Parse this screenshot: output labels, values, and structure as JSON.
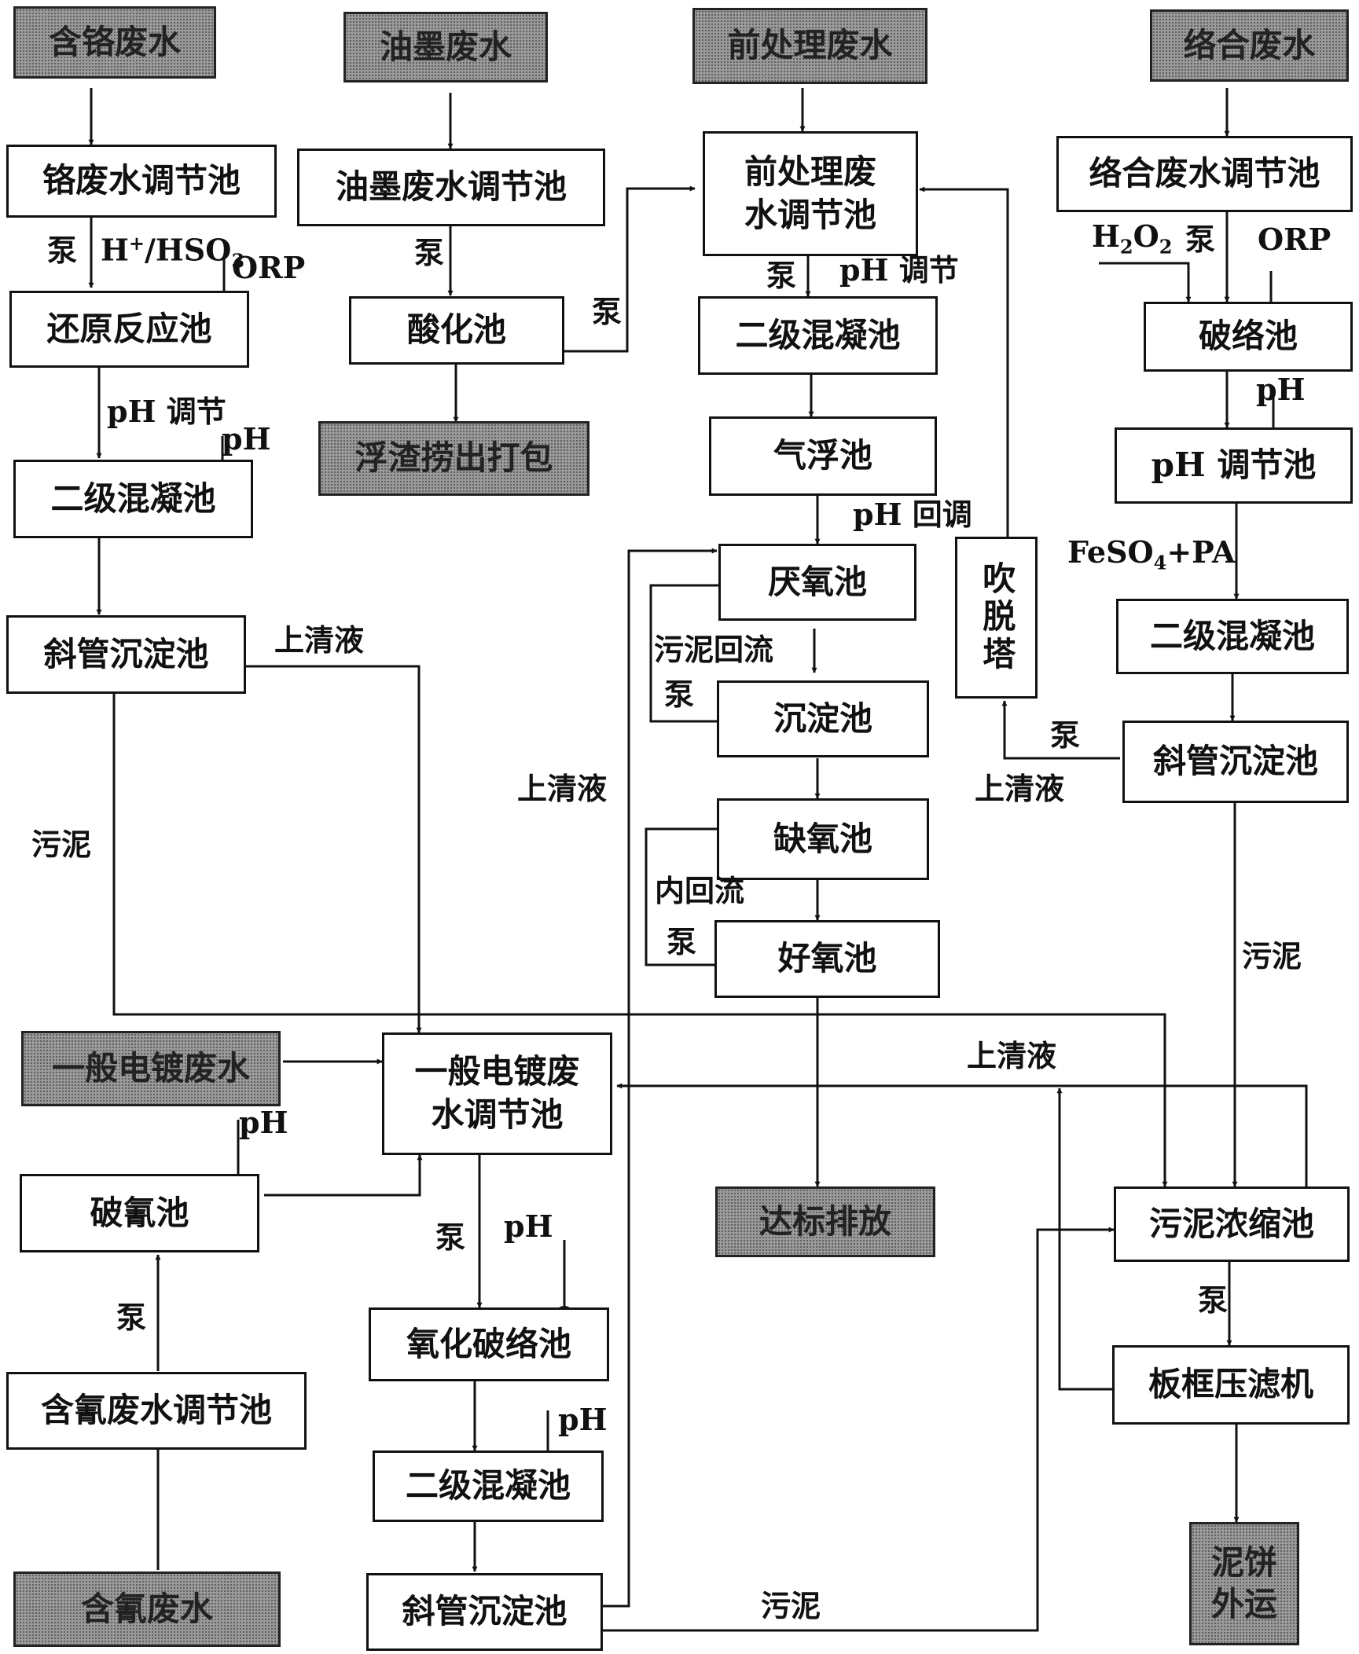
{
  "sources": {
    "chromium": "含铬废水",
    "ink": "油墨废水",
    "pretreatment": "前处理废水",
    "complex": "络合废水",
    "general": "一般电镀废水",
    "cyanide": "含氰废水"
  },
  "outputs": {
    "scum": "浮渣捞出打包",
    "discharge": "达标排放",
    "cake_line1": "泥饼",
    "cake_line2": "外运"
  },
  "tanks": {
    "cr_equal": "铬废水调节池",
    "cr_reduce": "还原反应池",
    "cr_coag": "二级混凝池",
    "cr_settle": "斜管沉淀池",
    "ink_equal": "油墨废水调节池",
    "ink_acid": "酸化池",
    "pre_equal_l1": "前处理废",
    "pre_equal_l2": "水调节池",
    "pre_coag": "二级混凝池",
    "pre_float": "气浮池",
    "anaerobic": "厌氧池",
    "sediment": "沉淀池",
    "anoxic": "缺氧池",
    "aerobic": "好氧池",
    "stripper": "吹脱塔",
    "cx_equal": "络合废水调节池",
    "cx_break": "破络池",
    "cx_ph": "pH 调节池",
    "cx_coag": "二级混凝池",
    "cx_settle": "斜管沉淀池",
    "gen_equal_l1": "一般电镀废",
    "gen_equal_l2": "水调节池",
    "cn_break": "破氰池",
    "cn_equal": "含氰废水调节池",
    "gen_oxid": "氧化破络池",
    "gen_coag": "二级混凝池",
    "gen_settle": "斜管沉淀池",
    "sludge_thick": "污泥浓缩池",
    "filter_press": "板框压滤机"
  },
  "labels": {
    "pump": "泵",
    "ph": "pH",
    "orp": "ORP",
    "reductant_a": "H",
    "reductant_b": "+",
    "reductant_c": "/HSO",
    "reductant_d": "3",
    "ph_adjust": "pH 调节",
    "ph_readjust": "pH 回调",
    "supernatant": "上清液",
    "sludge": "污泥",
    "sludge_return": "污泥回流",
    "internal_return": "内回流",
    "h2o2_a": "H",
    "h2o2_b": "2",
    "h2o2_c": "O",
    "h2o2_d": "2",
    "feso4_a": "FeSO",
    "feso4_b": "4",
    "feso4_c": "+PA"
  },
  "colors": {
    "line": "#111111",
    "source_fill": "#9a9a9a"
  }
}
